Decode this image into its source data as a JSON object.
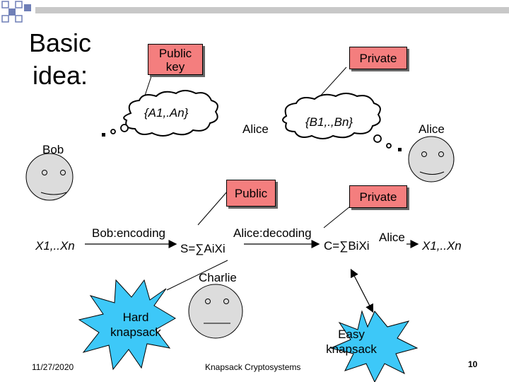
{
  "slide": {
    "title_line1": "Basic",
    "title_line2": "idea:",
    "footer_date": "11/27/2020",
    "footer_title": "Knapsack Cryptosystems",
    "page_number": "10"
  },
  "keys": {
    "public_top": "Public key",
    "private_top": "Private",
    "public_mid": "Public",
    "private_mid": "Private"
  },
  "thoughts": {
    "alice_public_key": "{A1,.An}",
    "alice_private_key": "{B1,.,Bn}"
  },
  "people": {
    "bob": "Bob",
    "alice_left": "Alice",
    "alice_right": "Alice",
    "alice_bottom": "Alice",
    "charlie": "Charlie"
  },
  "flow": {
    "plaintext_left": "X1,..Xn",
    "bob_encoding": "Bob:encoding",
    "ciphertext_s": "S=∑AiXi",
    "alice_decoding": "Alice:decoding",
    "ciphertext_c": "C=∑BiXi",
    "plaintext_right": "X1,..Xn"
  },
  "problems": {
    "hard": "Hard knapsack",
    "easy": "Easy knapsack"
  },
  "colors": {
    "pink": "#f47e7e",
    "face": "#dcdcdc",
    "burst": "#3dc8f8",
    "deco_blue": "#6f7fb7"
  }
}
